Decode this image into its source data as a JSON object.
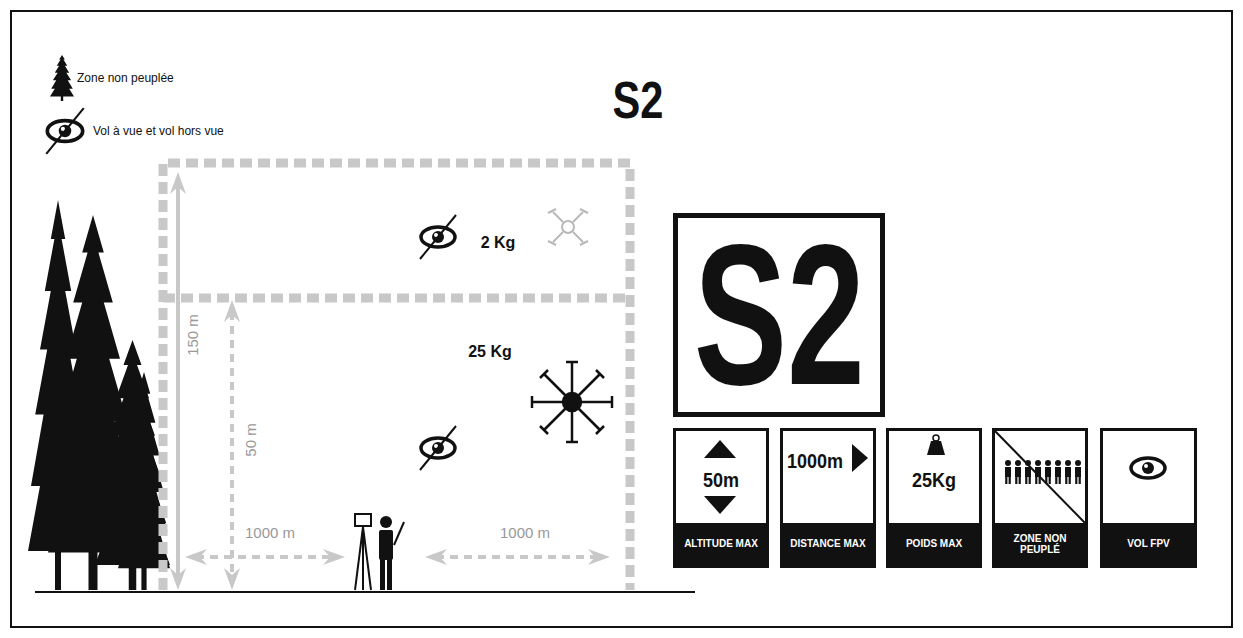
{
  "diagram": {
    "title": "S2",
    "nodes": [
      {
        "text": [
          "S2"
        ]
      },
      {
        "text": [
          "50m",
          "ALTITUDE MAX"
        ]
      },
      {
        "text": [
          "1000m",
          "DISTANCE MAX"
        ]
      },
      {
        "text": [
          "25Kg",
          "POIDS MAX"
        ]
      },
      {
        "text": [
          "ZONE NON PEUPLÉ"
        ]
      },
      {
        "text": [
          "VOL FPV"
        ]
      }
    ],
    "labels": [
      "2 Kg",
      "25 Kg",
      "150 m",
      "50 m",
      "1000 m",
      "1000 m"
    ],
    "legend": [
      {
        "text": "Zone non peuplée"
      },
      {
        "text": "Vol à vue et vol hors vue"
      }
    ]
  }
}
